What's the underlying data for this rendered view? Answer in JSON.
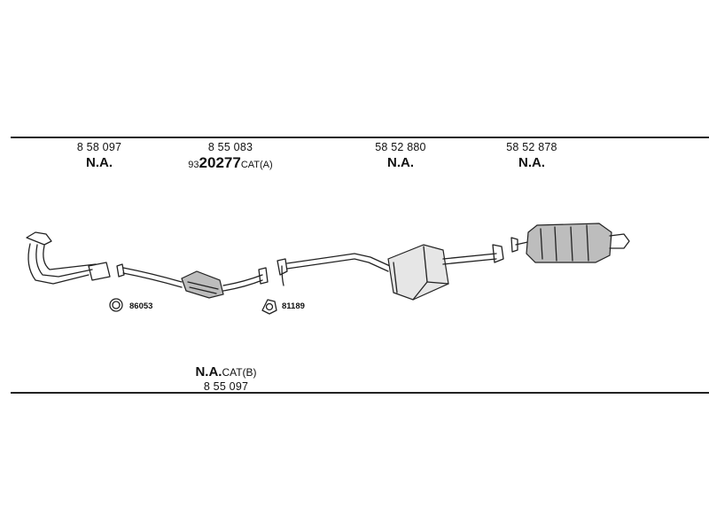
{
  "top_labels": [
    {
      "part_number": "8 58 097",
      "status": "N.A."
    },
    {
      "part_number": "8 55 083",
      "prefix": "93",
      "code": "20277",
      "suffix": "CAT(A)"
    },
    {
      "part_number": "58 52 880",
      "status": "N.A."
    },
    {
      "part_number": "58 52 878",
      "status": "N.A."
    }
  ],
  "bottom_label": {
    "status": "N.A.",
    "suffix": "CAT(B)",
    "part_number": "8 55 097"
  },
  "small_parts": [
    {
      "number": "86053"
    },
    {
      "number": "81189"
    }
  ],
  "colors": {
    "line": "#222222",
    "shade": "#bdbdbd"
  }
}
